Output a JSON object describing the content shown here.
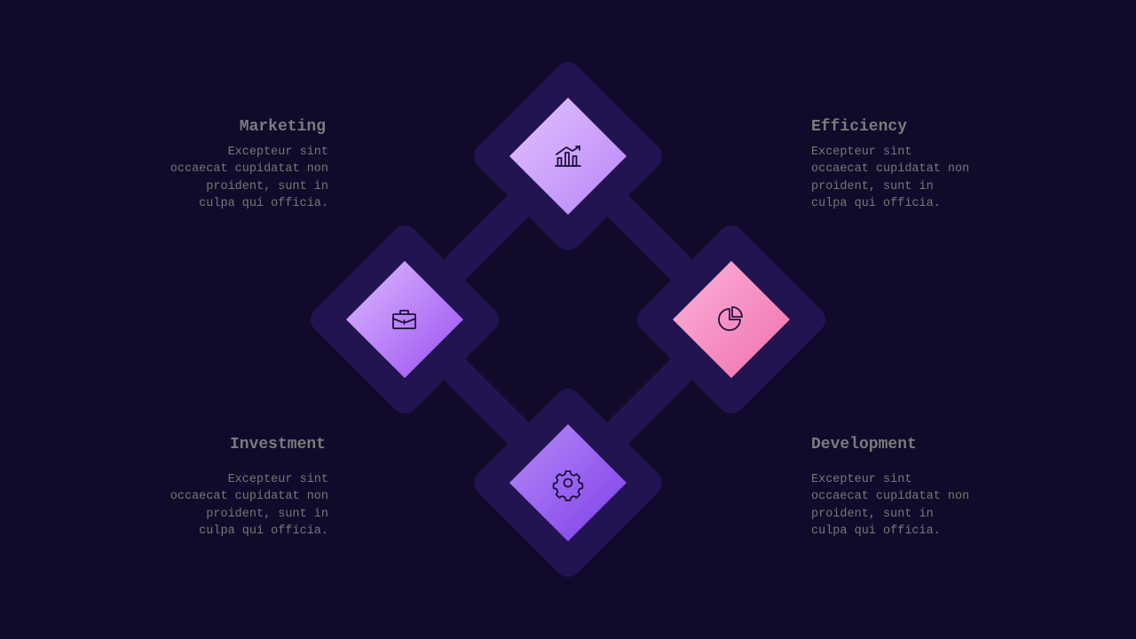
{
  "nodes": [
    {
      "id": "top",
      "icon": "growth-chart-icon"
    },
    {
      "id": "left",
      "icon": "briefcase-icon"
    },
    {
      "id": "right",
      "icon": "pie-chart-icon"
    },
    {
      "id": "bottom",
      "icon": "gear-icon"
    }
  ],
  "labels": {
    "marketing": {
      "title": "Marketing",
      "line1": "Excepteur sint",
      "line2": "occaecat cupidatat non",
      "line3": "proident, sunt in",
      "line4": "culpa qui officia."
    },
    "efficiency": {
      "title": "Efficiency",
      "line1": "Excepteur sint",
      "line2": "occaecat cupidatat non",
      "line3": "proident, sunt in",
      "line4": "culpa qui officia."
    },
    "investment": {
      "title": "Investment",
      "line1": "Excepteur sint",
      "line2": "occaecat cupidatat non",
      "line3": "proident, sunt in",
      "line4": "culpa qui officia."
    },
    "development": {
      "title": "Development",
      "line1": "Excepteur sint",
      "line2": "occaecat cupidatat non",
      "line3": "proident, sunt in",
      "line4": "culpa qui officia."
    }
  },
  "colors": {
    "background": "#110a2a",
    "frame": "#221450",
    "text": "#777777",
    "violet_light": "#dcb7fe",
    "violet_dark": "#a155f3",
    "pink_light": "#fbaad4",
    "pink_dark": "#f276b3"
  }
}
